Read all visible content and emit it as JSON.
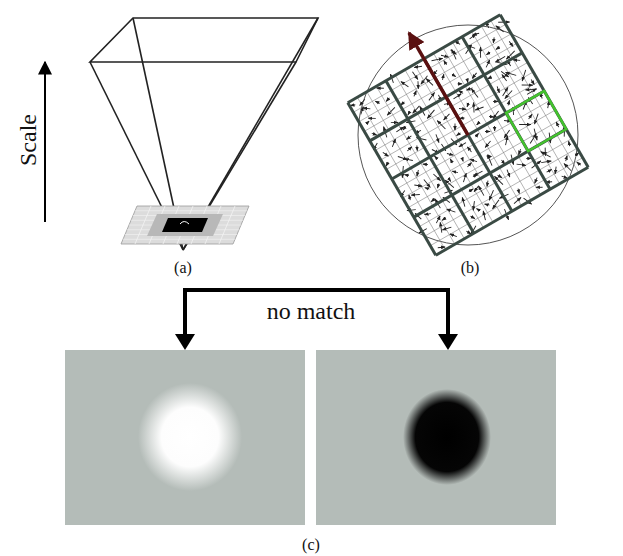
{
  "diagram": {
    "labels": [
      "Scale",
      "(a)",
      "(b)",
      "(c)",
      "no match"
    ]
  }
}
